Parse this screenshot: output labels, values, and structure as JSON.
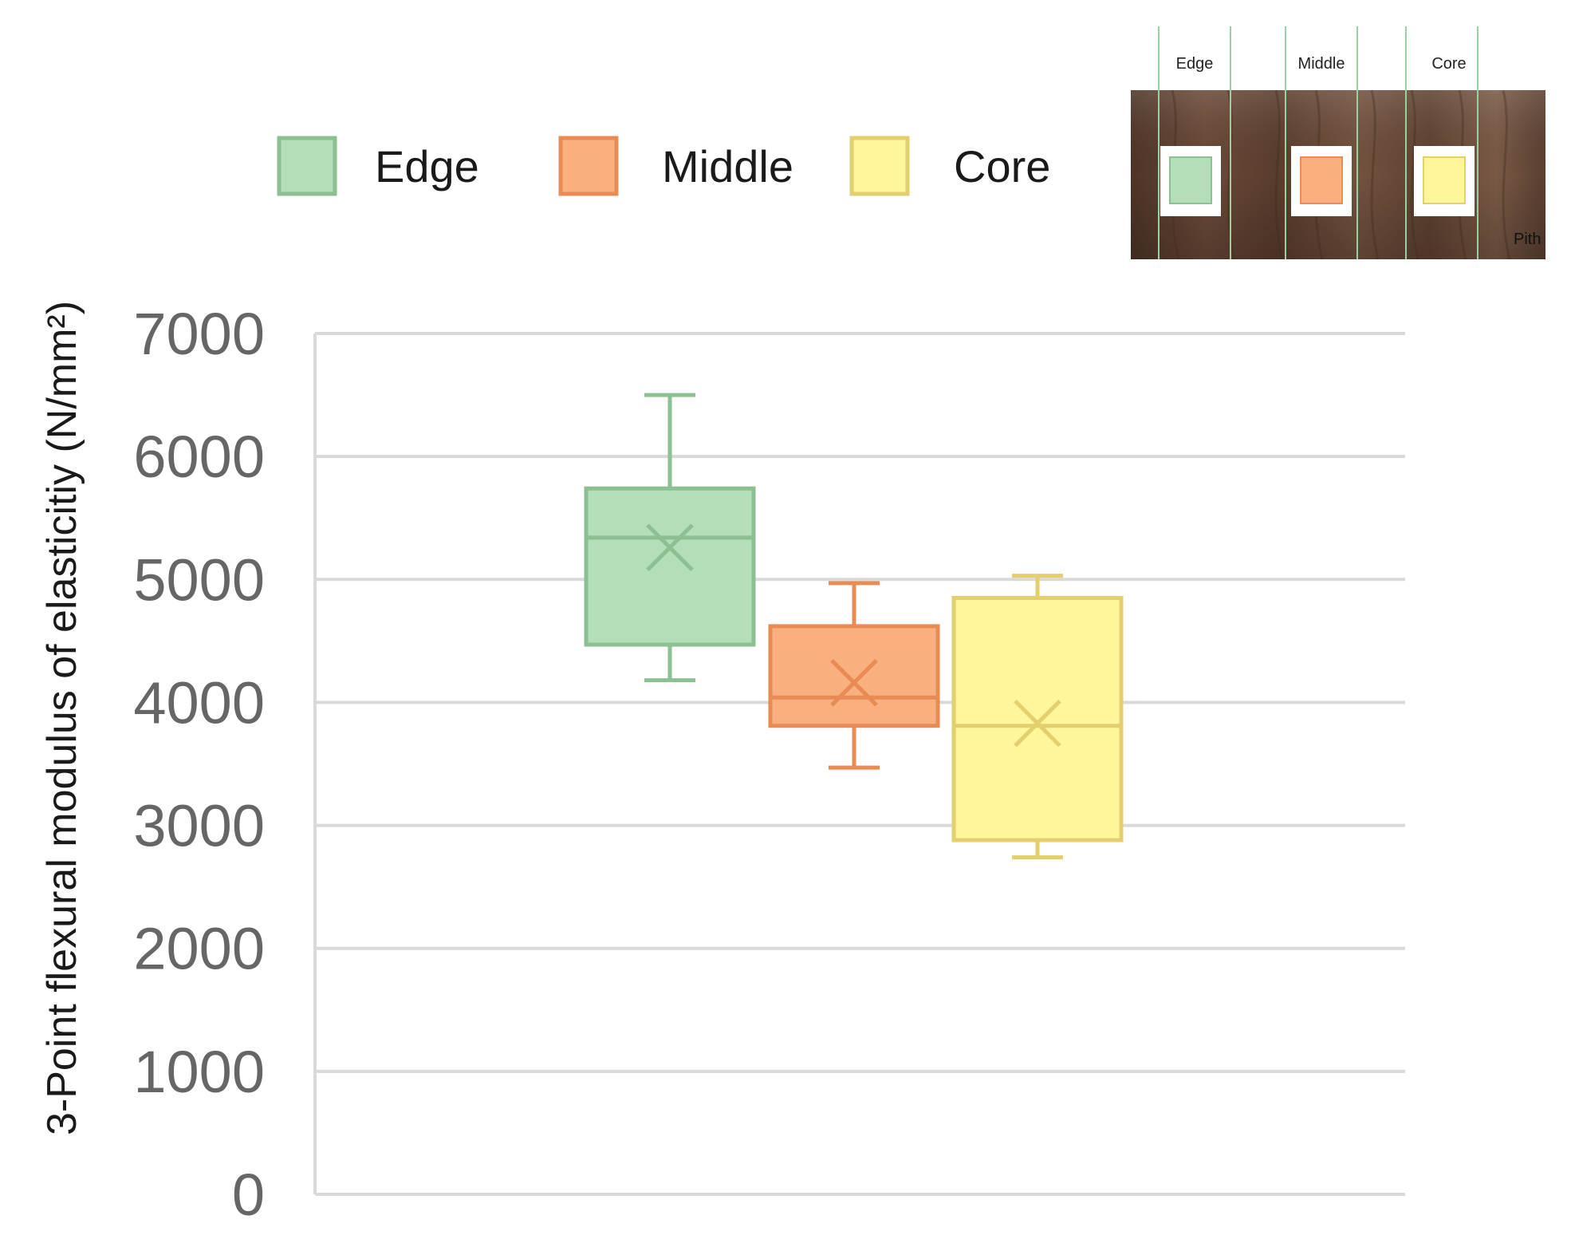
{
  "chart_data": {
    "type": "box",
    "ylabel": "3-Point flexural modulus of elasticitiy (N/mm²)",
    "ylim": [
      0,
      7000
    ],
    "yticks": [
      0,
      1000,
      2000,
      3000,
      4000,
      5000,
      6000,
      7000
    ],
    "grid": true,
    "legend_position": "top",
    "series": [
      {
        "name": "Edge",
        "color": "#b3deb8",
        "stroke": "#8dbf93",
        "min": 4180,
        "q1": 4470,
        "median": 5340,
        "mean": 5260,
        "q3": 5740,
        "max": 6500
      },
      {
        "name": "Middle",
        "color": "#f9b07e",
        "stroke": "#e88b55",
        "min": 3470,
        "q1": 3810,
        "median": 4040,
        "mean": 4160,
        "q3": 4620,
        "max": 4970
      },
      {
        "name": "Core",
        "color": "#fff59b",
        "stroke": "#e3cf6d",
        "min": 2740,
        "q1": 2880,
        "median": 3810,
        "mean": 3830,
        "q3": 4850,
        "max": 5030
      }
    ]
  },
  "inset": {
    "labels": [
      "Edge",
      "Middle",
      "Core"
    ],
    "pith_label": "Pith"
  }
}
